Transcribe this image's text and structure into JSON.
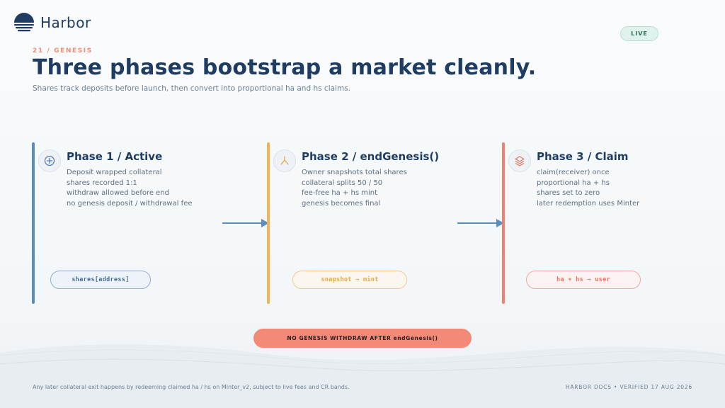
{
  "brand": {
    "name": "Harbor"
  },
  "status": {
    "badge": "LIVE"
  },
  "header": {
    "eyebrow": "21 / GENESIS",
    "title": "Three phases bootstrap a market cleanly.",
    "subtitle": "Shares track deposits before launch, then convert into proportional ha and hs claims."
  },
  "phases": [
    {
      "title": "Phase 1 / Active",
      "icon": "plus-circle-icon",
      "color": "#5b8dbf",
      "lines": [
        "Deposit wrapped collateral",
        "shares recorded 1:1",
        "withdraw allowed before end",
        "no genesis deposit / withdrawal fee"
      ],
      "pill": "shares[address]"
    },
    {
      "title": "Phase 2 / endGenesis()",
      "icon": "split-icon",
      "color": "#f1b457",
      "lines": [
        "Owner snapshots total shares",
        "collateral splits 50 / 50",
        "fee-free ha + hs mint",
        "genesis becomes final"
      ],
      "pill": "snapshot → mint"
    },
    {
      "title": "Phase 3 / Claim",
      "icon": "layers-icon",
      "color": "#ee8170",
      "lines": [
        "claim(receiver) once",
        "proportional ha + hs",
        "shares set to zero",
        "later redemption uses Minter"
      ],
      "pill": "ha + hs → user"
    }
  ],
  "warning": "NO GENESIS WITHDRAW AFTER endGenesis()",
  "footer": {
    "note": "Any later collateral exit happens by redeeming claimed ha / hs on Minter_v2, subject to live fees and CR bands.",
    "meta": "HARBOR DOCS • VERIFIED 17 AUG 2026"
  }
}
